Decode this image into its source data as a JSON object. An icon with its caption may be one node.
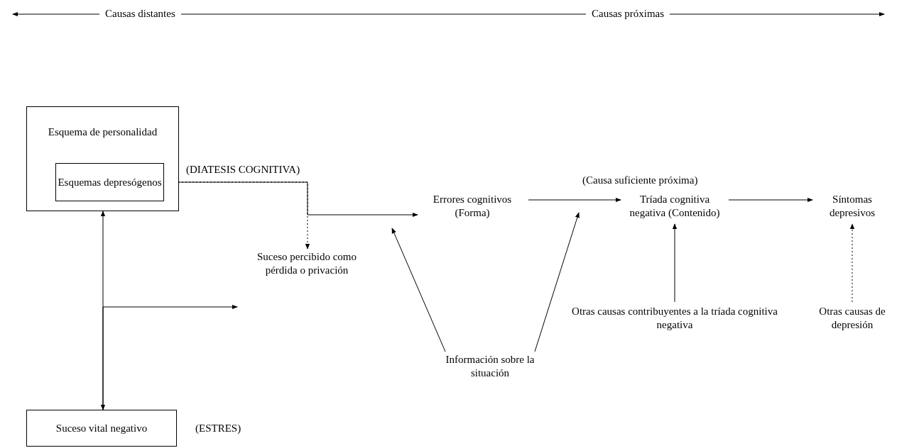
{
  "diagram": {
    "nodes": [
      {
        "text": [
          "Esquema de personalidad"
        ]
      },
      {
        "text": [
          "Esquemas depresógenos"
        ],
        "in": 0
      },
      {
        "text": [
          "Suceso percibido como pérdida o privación"
        ]
      },
      {
        "text": [
          "Errores cognitivos (Forma)"
        ]
      },
      {
        "text": [
          "Tríada cognitiva negativa (Contenido)"
        ]
      },
      {
        "text": [
          "Síntomas depresivos"
        ]
      },
      {
        "text": [
          "Otras causas contribuyentes a la tríada cognitiva negativa"
        ]
      },
      {
        "text": [
          "Otras causas de depresión"
        ]
      },
      {
        "text": [
          "Información sobre la situación"
        ]
      },
      {
        "text": [
          "Suceso vital negativo"
        ],
        "beside": [
          "(ESTRES)"
        ]
      }
    ],
    "edges": [
      {
        "from": 9,
        "to": 0,
        "arrow": "both"
      },
      {
        "from": 9,
        "to": 2,
        "arrow": "to"
      },
      {
        "from": 1,
        "to": 2,
        "arrow": "to",
        "style": "dashed"
      },
      {
        "from": 1,
        "to": 3,
        "arrow": "to"
      },
      {
        "from": 3,
        "to": 4,
        "arrow": "to"
      },
      {
        "from": 4,
        "to": 5,
        "arrow": "to"
      },
      {
        "from": 6,
        "to": 4,
        "arrow": "to"
      },
      {
        "from": 7,
        "to": 5,
        "arrow": "to",
        "style": "dashed"
      },
      {
        "from": 8,
        "to": 3,
        "arrow": "to"
      },
      {
        "from": 8,
        "to": 4,
        "arrow": "to"
      }
    ],
    "labels": [
      "Causas distantes",
      "Causas próximas",
      "(DIATESIS COGNITIVA)",
      "(Causa suficiente próxima)"
    ]
  }
}
